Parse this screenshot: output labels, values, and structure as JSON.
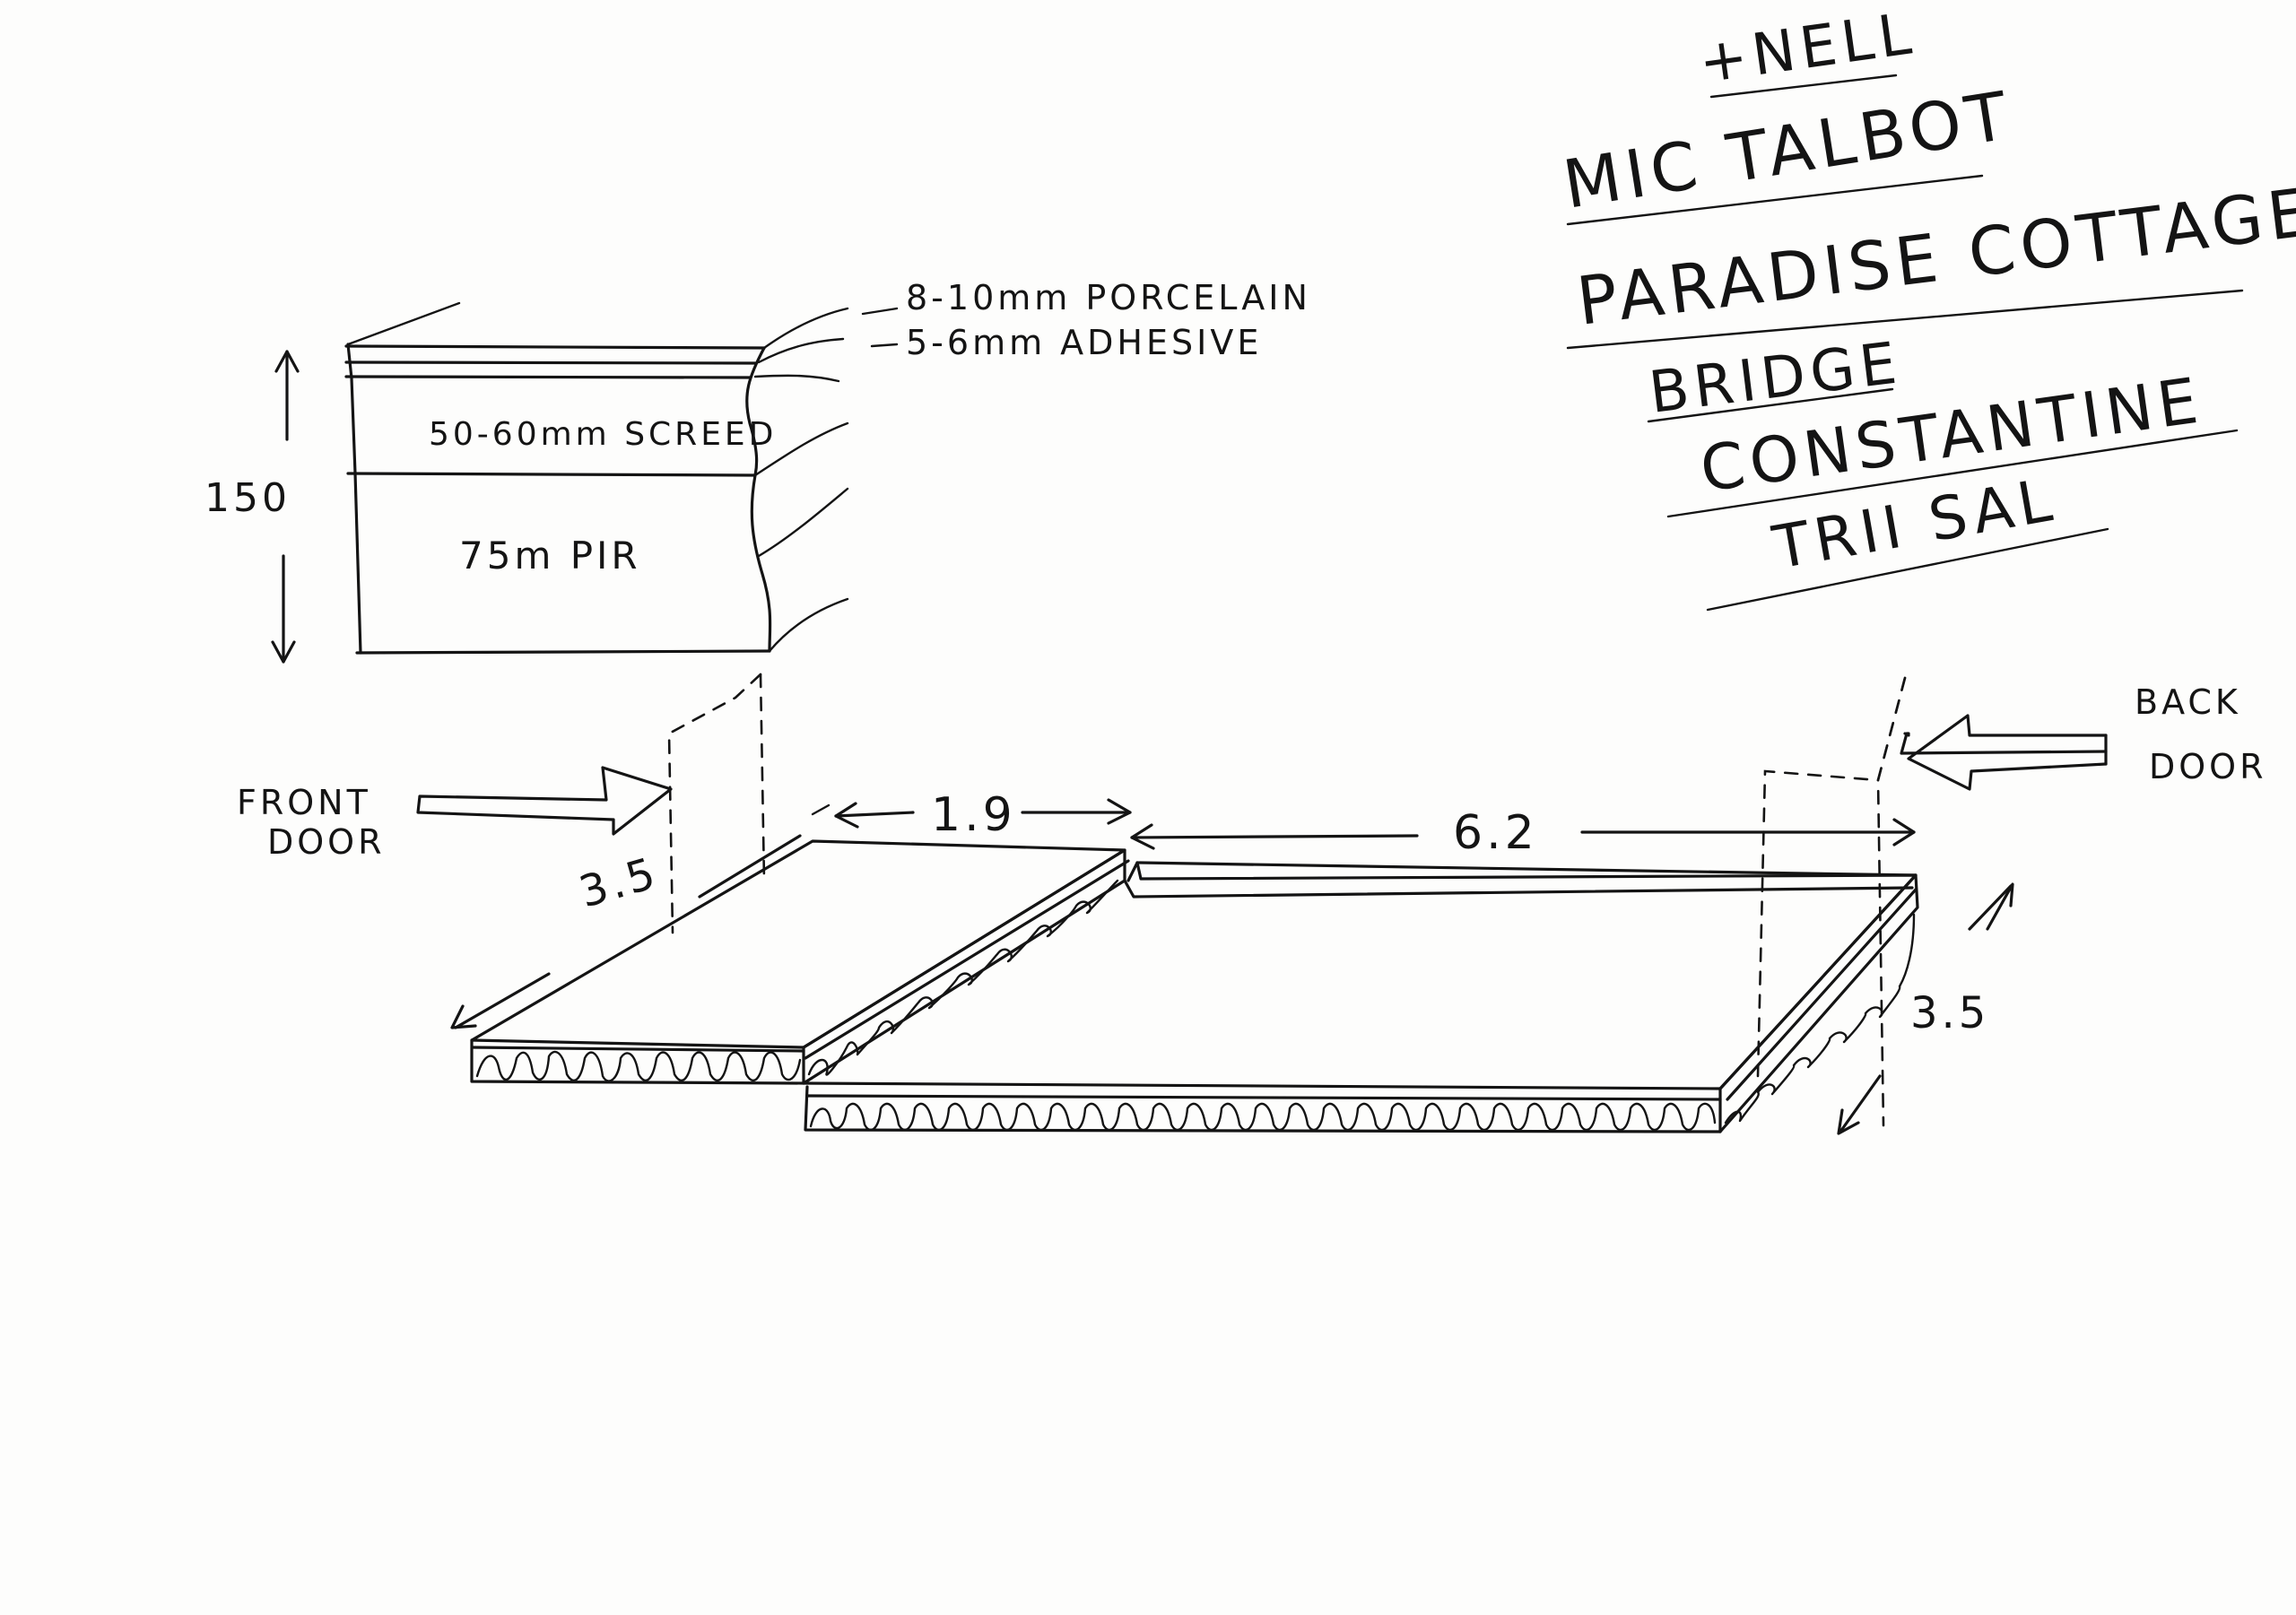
{
  "cross_section": {
    "height_label": "150",
    "tile_label": "8-10mm PORCELAIN",
    "adhesive_label": "5-6mm ADHESIVE",
    "screed_label": "50-60mm SCREED",
    "insulation_label": "75m PIR"
  },
  "plan": {
    "front_door_label": [
      "FRONT",
      "DOOR"
    ],
    "back_door_label": [
      "BACK",
      "DOOR"
    ],
    "dim_front_width": "1.9",
    "dim_main_length": "6.2",
    "dim_front_depth": "3.5",
    "dim_back_depth": "3.5"
  },
  "notes": {
    "added_name": "+NELL",
    "name": "MIC TALBOT",
    "address_line1": "PARADISE COTTAGE",
    "address_line2": "BRIDGE",
    "address_line3": "CONSTANTINE",
    "address_line4": "TRII SAL"
  }
}
